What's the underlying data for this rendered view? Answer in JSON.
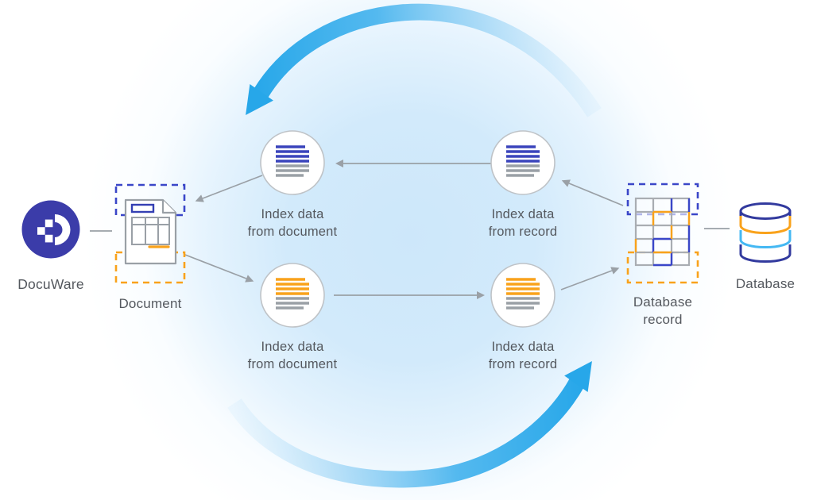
{
  "diagram": {
    "title_meaning": "DocuWare document index data synchronization cycle with an external database",
    "nodes": {
      "docuware": {
        "label": "DocuWare"
      },
      "document": {
        "label": "Document"
      },
      "index_top_left": {
        "line1": "Index data",
        "line2": "from document"
      },
      "index_top_right": {
        "line1": "Index data",
        "line2": "from record"
      },
      "index_bottom_left": {
        "line1": "Index data",
        "line2": "from document"
      },
      "index_bottom_right": {
        "line1": "Index data",
        "line2": "from record"
      },
      "database_record": {
        "line1": "Database",
        "line2": "record"
      },
      "database": {
        "label": "Database"
      }
    }
  },
  "icons": {
    "docuware_logo": "docuware-logo",
    "document": "document-page-icon",
    "index_list_blue": "list-lines-blue-icon",
    "index_list_orange": "list-lines-orange-icon",
    "database_record": "table-grid-icon",
    "database": "database-cylinder-icon",
    "cycle_top": "curved-arrow-counterclockwise-icon",
    "cycle_bottom": "curved-arrow-clockwise-icon"
  },
  "colors": {
    "indigo": "#3B3CA9",
    "indigo_line": "#3A44BC",
    "dashed_blue": "#3A46C8",
    "orange": "#F9A21B",
    "cyan_arrow": "#29A9EA",
    "light_blue_band": "#44B8F3",
    "gray_stroke": "#9AA0A6",
    "circle_border": "#BFC3C7",
    "glow_blue": "#CDE7FA",
    "text": "#54585E"
  }
}
